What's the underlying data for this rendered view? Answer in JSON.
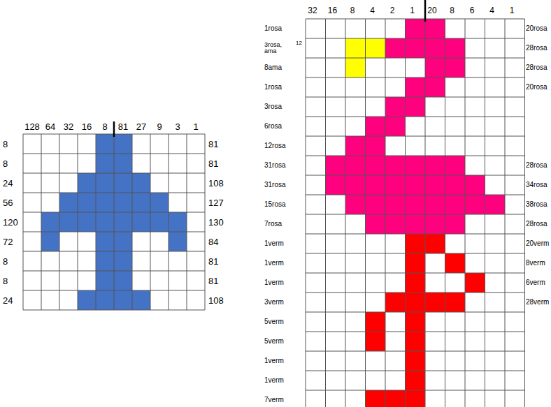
{
  "diagram": {
    "labels": [
      "128",
      "64",
      "32",
      "16",
      "8",
      "81",
      "27",
      "9",
      "3",
      "1",
      "8",
      "8",
      "24",
      "56",
      "120",
      "72",
      "8",
      "8",
      "24",
      "81",
      "81",
      "108",
      "127",
      "130",
      "84",
      "81",
      "81",
      "108",
      "32",
      "16",
      "8",
      "4",
      "2",
      "1",
      "20",
      "8",
      "6",
      "4",
      "1",
      "1rosa",
      "3rosa, ama",
      "8ama",
      "1rosa",
      "3rosa",
      "6rosa",
      "12rosa",
      "31rosa",
      "31rosa",
      "15rosa",
      "7rosa",
      "1verm",
      "1verm",
      "1verm",
      "3verm",
      "5verm",
      "5verm",
      "1verm",
      "1verm",
      "7verm",
      "12",
      "20rosa",
      "28rosa",
      "28rosa",
      "20rosa",
      "28rosa",
      "34rosa",
      "38rosa",
      "28rosa",
      "20verm",
      "8verm",
      "6verm",
      "28verm"
    ]
  }
}
